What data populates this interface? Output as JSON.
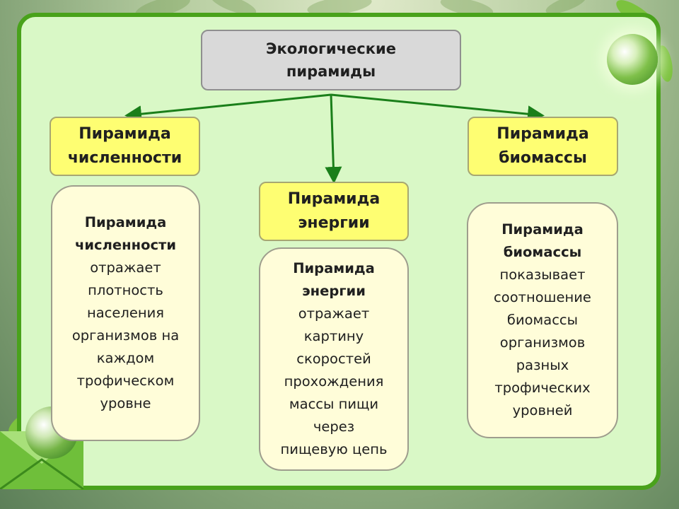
{
  "title": {
    "line1": "Экологические",
    "line2": "пирамиды"
  },
  "categories": {
    "left": {
      "line1": "Пирамида",
      "line2": "численности"
    },
    "center": {
      "line1": "Пирамида",
      "line2": "энергии"
    },
    "right": {
      "line1": "Пирамида",
      "line2": "биомассы"
    }
  },
  "descriptions": {
    "left": {
      "lead": [
        "Пирамида",
        "численности"
      ],
      "lines": [
        "отражает",
        "плотность",
        "населения",
        "организмов на",
        "каждом",
        "трофическом",
        "уровне"
      ]
    },
    "center": {
      "lead": [
        "Пирамида",
        "энергии"
      ],
      "lines": [
        "отражает",
        "картину",
        "скоростей",
        "прохождения",
        "массы пищи",
        "через",
        "пищевую цепь"
      ]
    },
    "right": {
      "lead": [
        "Пирамида",
        "биомассы"
      ],
      "lines": [
        "показывает",
        "соотношение",
        "биомассы",
        "организмов",
        "разных",
        "трофических",
        "уровней"
      ]
    }
  },
  "colors": {
    "panel_bg": "#d9f8c6",
    "panel_border": "#49a21b",
    "category_fill": "#fefe72",
    "description_fill": "#fffdd9",
    "title_fill": "#d9d9d9",
    "arrow": "#1a7f1a"
  },
  "icons": [
    "leaf-decoration-icon",
    "globe-icon",
    "envelope-icon"
  ]
}
